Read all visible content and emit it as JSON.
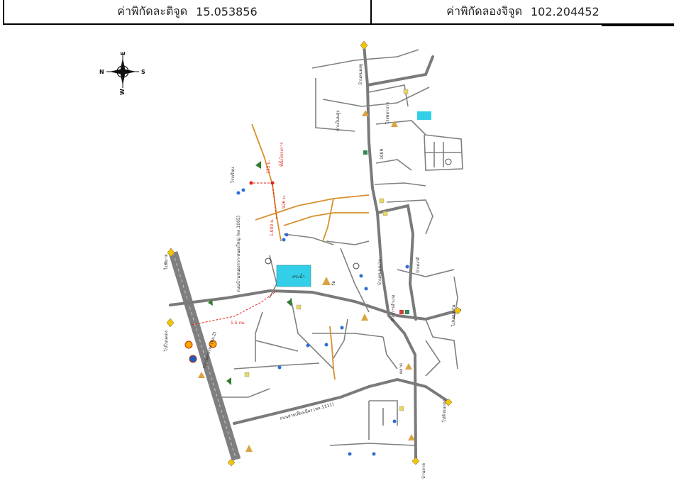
{
  "coordinates": {
    "latitude_label": "ค่าพิกัดละติจูด",
    "latitude_value": "15.053856",
    "longitude_label": "ค่าพิกัดลองจิจูด",
    "longitude_value": "102.204452"
  },
  "compass": {
    "n": "N",
    "e": "E",
    "s": "S",
    "w": "W"
  },
  "colors": {
    "road_main": "#7a7a7a",
    "road_minor": "#808080",
    "road_dirt": "#d7902d",
    "water": "#33cfe8",
    "route_marker": "#e2231a",
    "highway": "#7f7f7f"
  },
  "map_labels": {
    "to_phimai": "ไปพิมาย",
    "to_bua_yai": "ไปโนนแดง",
    "to_khon_kaen": "ไปขอนแก่น",
    "to_bottom_road": "ไปห้วยแถลง",
    "highway_2": "ถนนมิตรภาพ (ทล.2)",
    "road_1111": "ถนนสายเลี่ยงเมือง (ทล.1111)",
    "road_1005": "ถนนบ้านหนองรวก-หนองใหญ่ (ทล.1005)",
    "dist_135": "135 ม.",
    "dist_1000": "1,000 ม.",
    "dist_15km": "1.5 กม.",
    "dist_926": "926 ม.",
    "reservoir": "สระน้ำ",
    "site": "ที่ตั้งโครงการ",
    "school": "โรงเรียน",
    "temple": "วัด",
    "district_office": "ที่ว่าการอำเภอ",
    "market": "ตลาด",
    "hospital": "โรงพยาบาล",
    "ban_lat": "บ้านลาด",
    "village_a": "บ้านหนองคู",
    "village_b": "บ้านโนนสูง",
    "village_c": "บ้านหนองแวง",
    "village_d": "บ้านนาดี",
    "road_1009": "1009"
  }
}
